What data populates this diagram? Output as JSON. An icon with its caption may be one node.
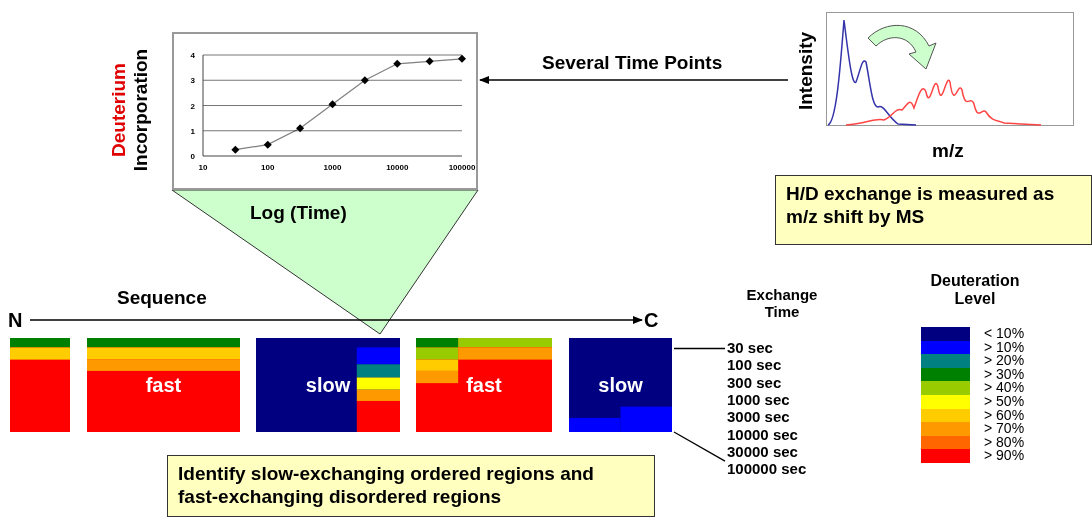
{
  "diagram": {
    "nodes": [
      {
        "text": [],
        "shape": "picture"
      },
      {
        "text": [],
        "shape": "picture"
      },
      {
        "text": [
          "H/D exchange is measured as m/z shift by MS"
        ]
      },
      {
        "text": [
          "N"
        ]
      },
      {
        "text": [
          "C"
        ]
      },
      {
        "text": [],
        "shape": "box"
      },
      {
        "text": [
          "fast"
        ]
      },
      {
        "text": [
          "slow"
        ]
      },
      {
        "text": [
          "fast"
        ]
      },
      {
        "text": [
          "slow"
        ]
      },
      {
        "text": [
          "30 sec"
        ]
      },
      {
        "text": [
          "100 sec"
        ]
      },
      {
        "text": [
          "300 sec"
        ]
      },
      {
        "text": [
          "1000 sec"
        ]
      },
      {
        "text": [
          "3000 sec"
        ]
      },
      {
        "text": [
          "10000 sec"
        ]
      },
      {
        "text": [
          "30000 sec"
        ]
      },
      {
        "text": [
          "100000 sec"
        ]
      },
      {
        "text": [
          "Identify slow-exchanging ordered regions and fast-exchanging disordered regions"
        ]
      }
    ],
    "edges": [
      {
        "from": 1,
        "to": 0,
        "arrow": "to",
        "label": "Several Time Points"
      },
      {
        "from": 3,
        "to": 4,
        "arrow": "to",
        "label": "Sequence"
      },
      {
        "from": 9,
        "to": 10,
        "arrow": "none"
      },
      {
        "from": 9,
        "to": 17,
        "arrow": "none"
      }
    ],
    "labels": [
      "Intensity",
      "m/z",
      "Exchange Time",
      "Deuteration Level"
    ],
    "legend": [
      {
        "text": "< 10%",
        "color": "#000080"
      },
      {
        "text": "> 10%",
        "color": "#0000ff"
      },
      {
        "text": "> 20%",
        "color": "#008080"
      },
      {
        "text": "> 30%",
        "color": "#008000"
      },
      {
        "text": "> 40%",
        "color": "#99cc00"
      },
      {
        "text": "> 50%",
        "color": "#ffff00"
      },
      {
        "text": "> 60%",
        "color": "#ffcc00"
      },
      {
        "text": "> 70%",
        "color": "#ff9900"
      },
      {
        "text": "> 80%",
        "color": "#ff6600"
      },
      {
        "text": "> 90%",
        "color": "#ff0000"
      }
    ],
    "chart_data": {
      "type": "line",
      "xlabel": "Log (Time)",
      "ylabel": "Deuterium Incorporation",
      "categories": [
        "10",
        null,
        "100",
        null,
        "1000",
        null,
        "10000",
        null,
        "100000"
      ],
      "series": [
        {
          "color": "#000000",
          "marker": "diamond",
          "values": [
            null,
            0.25,
            0.45,
            1.1,
            2.05,
            3,
            3.65,
            3.75,
            3.85
          ]
        }
      ],
      "ylim": [
        0,
        4
      ],
      "grid": true,
      "yticks": [
        0,
        1,
        2,
        3,
        4
      ]
    }
  }
}
